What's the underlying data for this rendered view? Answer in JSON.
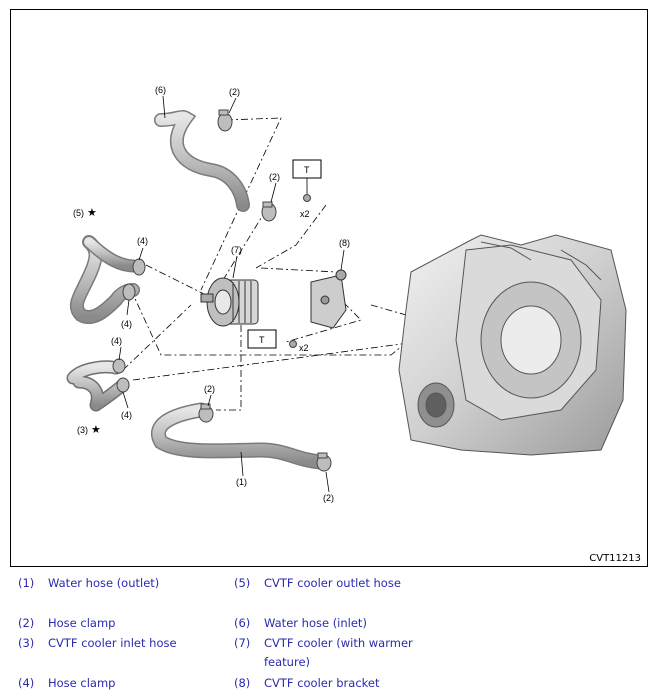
{
  "figure": {
    "code": "CVT11213",
    "callouts": {
      "c1": "(1)",
      "c2a": "(2)",
      "c2b": "(2)",
      "c2c": "(2)",
      "c2d": "(2)",
      "c3": "(3)",
      "c4a": "(4)",
      "c4b": "(4)",
      "c4c": "(4)",
      "c4d": "(4)",
      "c5": "(5)",
      "c6": "(6)",
      "c7": "(7)",
      "c8": "(8)",
      "star": "★",
      "torque": "T",
      "qty": "x2"
    }
  },
  "legend": [
    {
      "num": "(1)",
      "text": "Water hose (outlet)"
    },
    {
      "num": "(2)",
      "text": "Hose clamp"
    },
    {
      "num": "(3)",
      "text": "CVTF cooler inlet hose"
    },
    {
      "num": "(4)",
      "text": "Hose clamp"
    },
    {
      "num": "(5)",
      "text": "CVTF cooler outlet hose"
    },
    {
      "num": "(6)",
      "text": "Water hose (inlet)"
    },
    {
      "num": "(7)",
      "text": "CVTF cooler (with warmer feature)"
    },
    {
      "num": "(8)",
      "text": "CVTF cooler bracket"
    }
  ],
  "colors": {
    "legend_text": "#2a2ab0",
    "part_fill": "#c9c9c9",
    "part_dark": "#8e8e8e",
    "line": "#000000"
  }
}
